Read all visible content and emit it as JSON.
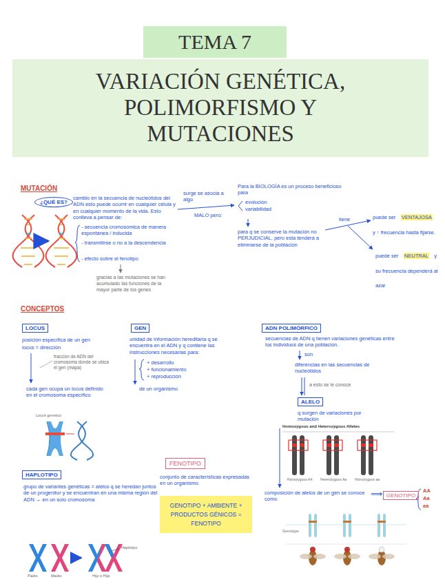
{
  "diagram": {
    "nodes": [
      {
        "text": [
          "TEMA 7"
        ]
      },
      {
        "text": [
          "VARIACIÓN GENÉTICA, POLIMORFISMO Y MUTACIONES"
        ]
      },
      {
        "text": [
          "¿QUÉ ES?"
        ]
      },
      {
        "text": [
          "LOCUS"
        ]
      },
      {
        "text": [
          "GEN"
        ]
      },
      {
        "text": [
          "ADN POLIMÓRFICO"
        ]
      },
      {
        "text": [
          "ALELO"
        ]
      },
      {
        "text": [
          "HAPLOTIPO"
        ]
      },
      {
        "text": [
          "FENOTIPO"
        ]
      },
      {
        "text": [
          "GENOTIPO"
        ]
      },
      {
        "text": [
          "GENOTIPO + AMBIENTE + PRODUCTOS GÉNICOS = FENOTIPO"
        ]
      }
    ],
    "labels": [
      "MUTACIÓN",
      "cambio en la secuencia de nucleótidos del ADN esto puede ocurrir en cualquier célula y en cualquier momento de la vida. Esto conlleva a pensar de:",
      "- secuencia cromosómica de manera espontánea / inducida",
      "- transmitirse o no a la descendencia",
      "- efecto sobre el fenotipo",
      "gracias a las mutaciones se han acumulado las funciones de la mayor parte de los genes",
      "surge se asocia a algo",
      "MALO pero:",
      "Para la BIOLOGÍA es un proceso beneficioso para",
      "evolución",
      "variabilidad",
      "para q se conserve la mutación no PERJUDICIAL, pero esta tenderá a eliminarse de la población",
      "tiene",
      "puede ser",
      "VENTAJOSA",
      "y ↑ frecuencia hasta fijarse.",
      "puede ser",
      "NEUTRAL",
      "y su frecuencia dependerá al azar",
      "CONCEPTOS",
      "posición específica de un gen",
      "locus = dirección",
      "fracción de ADN del cromosoma donde se ubica el gen (mapa)",
      "cada gen ocupa un locus definido en el cromosoma específico",
      "Locus genético",
      "unidad de información hereditaria q se encuentra en el ADN y q contiene las instrucciones necesarias para:",
      "+ desarrollo",
      "+ funcionamiento",
      "+ reproducción",
      "de un organismo",
      "secuencias de ADN q tienen variaciones genéticas entre los individuos de una población.",
      "son",
      "diferencias en las secuencias de nucleótidos",
      "a esto se le conoce",
      "q surgen de variaciones por mutación",
      "Homozygous and Heterozygous Alleles",
      "Homozygous AA",
      "Heterozygous Aa",
      "Homozygous aa",
      "composición de alelos de un gen se conoce como",
      "⟹",
      "AA",
      "Aa",
      "aa",
      "Genotype",
      "grupo de variantes genéticas = alelos q se heredan juntos de un progenitor y se encuentran en una misma región del ADN → en un solo cromosoma",
      "Padre",
      "Madre",
      "Hijo o Hija",
      "Haplotipo",
      "conjunto de características expresadas en un organismo"
    ]
  }
}
